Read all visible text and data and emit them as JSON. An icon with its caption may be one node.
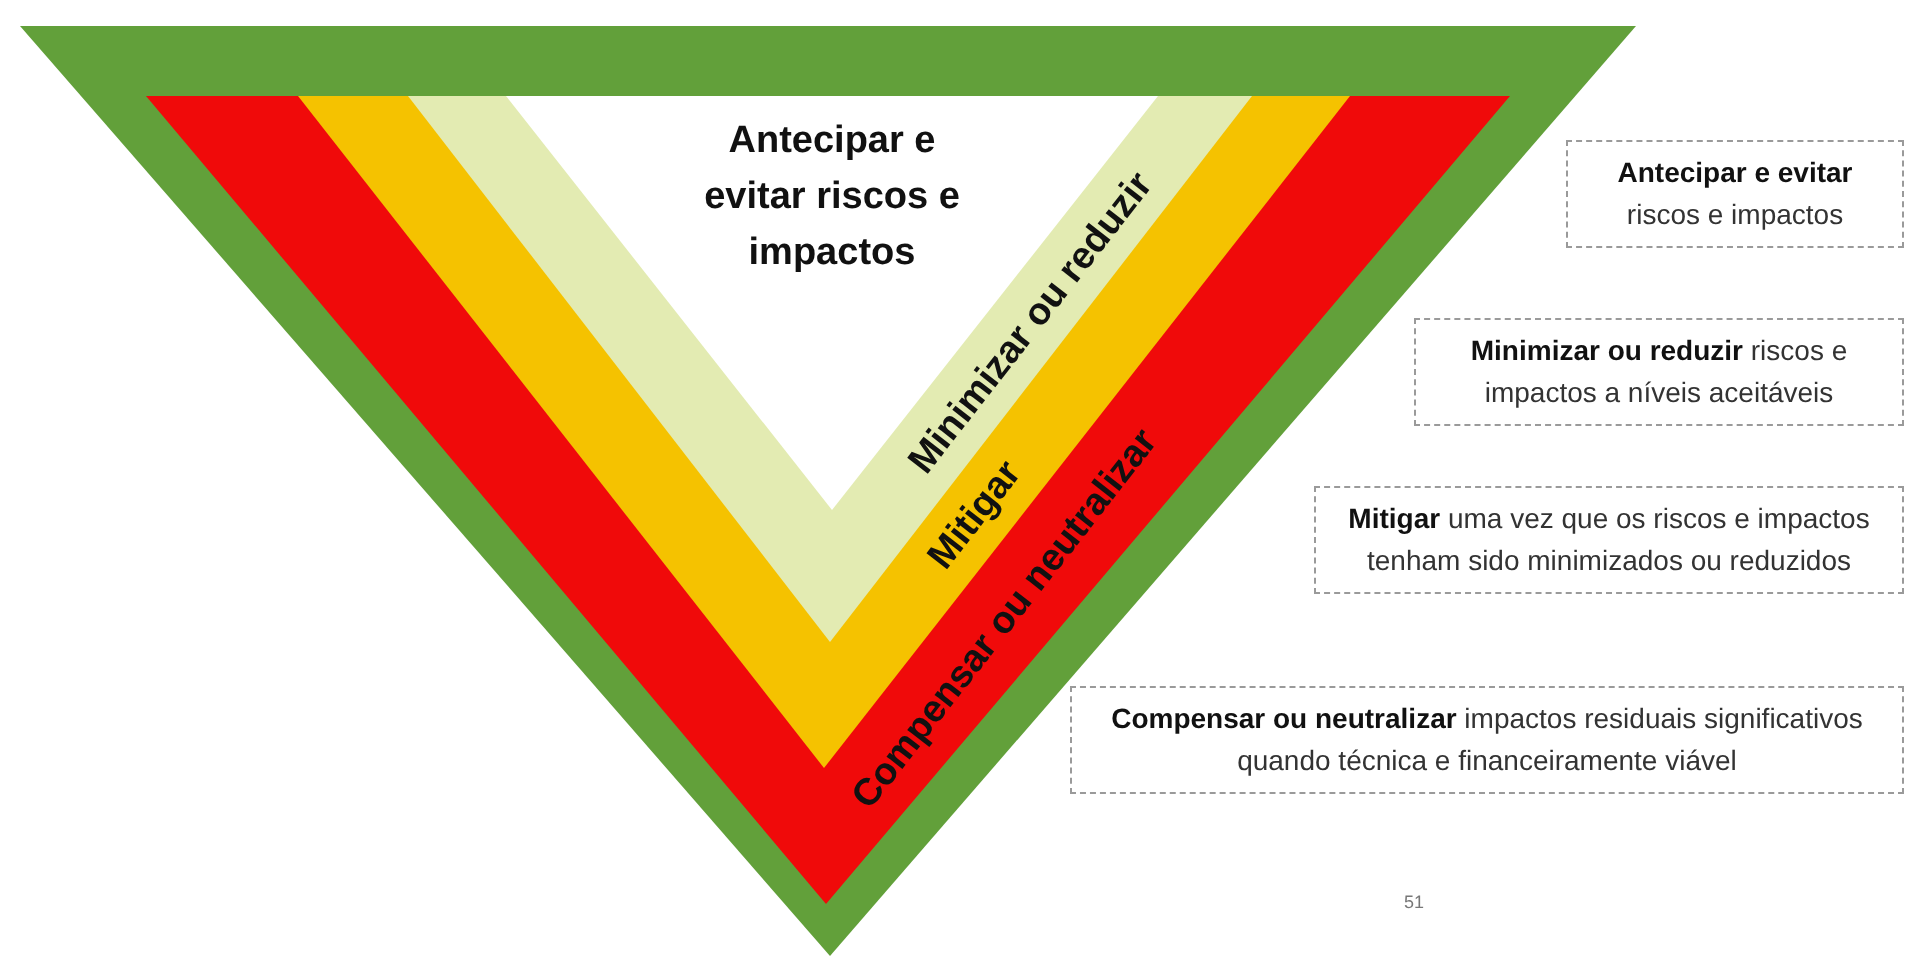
{
  "diagram": {
    "nodes": [
      {
        "text": [
          "Antecipar e evitar riscos e impactos"
        ],
        "in": 1
      },
      {
        "text": [
          "Minimizar ou reduzir"
        ],
        "in": 2
      },
      {
        "text": [
          "Mitigar"
        ],
        "in": 3
      },
      {
        "text": [
          "Compensar ou neutralizar"
        ]
      },
      {
        "text": [
          "**Antecipar e evitar** riscos e impactos"
        ]
      },
      {
        "text": [
          "**Minimizar ou reduzir** riscos e impactos a níveis aceitáveis"
        ]
      },
      {
        "text": [
          "**Mitigar** uma vez que os riscos e impactos tenham sido minimizados ou reduzidos"
        ]
      },
      {
        "text": [
          "**Compensar ou neutralizar** impactos residuais significativos quando técnica e financeiramente viável"
        ]
      }
    ],
    "labels": [
      "51"
    ]
  }
}
